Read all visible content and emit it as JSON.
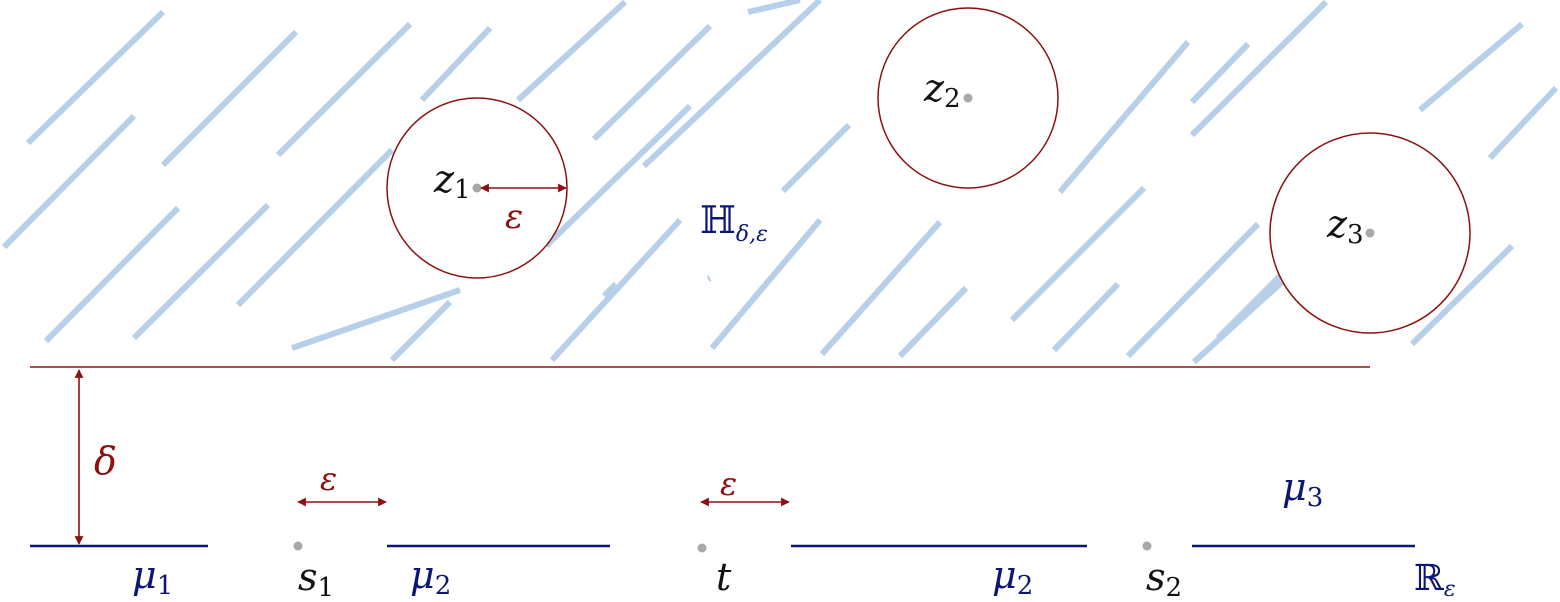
{
  "colors": {
    "hatch": "#b7cfe9",
    "boundary": "#8b1111",
    "segment": "#0c1675",
    "point": "#a8a8a8",
    "label_black": "#111111",
    "label_red": "#8b1111",
    "label_blue": "#0c1675"
  },
  "labels": {
    "z1": {
      "main": "z",
      "sub": "1"
    },
    "z2": {
      "main": "z",
      "sub": "2"
    },
    "z3": {
      "main": "z",
      "sub": "3"
    },
    "epsilon": "ε",
    "delta": "δ",
    "region": {
      "main": "ℍ",
      "sub": "δ,ε"
    },
    "mu1": {
      "main": "μ",
      "sub": "1"
    },
    "mu2": {
      "main": "μ",
      "sub": "2"
    },
    "mu3": {
      "main": "μ",
      "sub": "3"
    },
    "s1": {
      "main": "s",
      "sub": "1"
    },
    "s2": {
      "main": "s",
      "sub": "2"
    },
    "t": "t",
    "reals": {
      "main": "ℝ",
      "sub": "ε"
    }
  }
}
